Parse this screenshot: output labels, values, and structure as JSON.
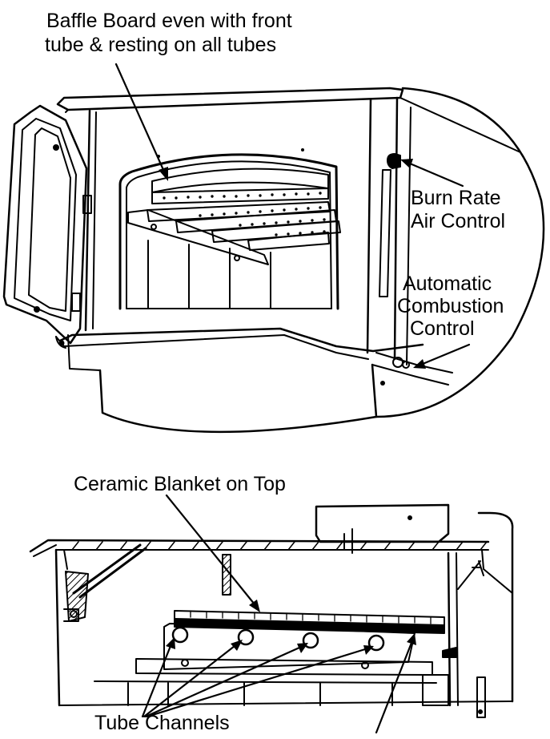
{
  "labels": {
    "baffle_line1": "Baffle Board even with front",
    "baffle_line2": "tube & resting on all tubes",
    "burn_rate_line1": "Burn Rate",
    "burn_rate_line2": "Air Control",
    "auto_line1": "Automatic",
    "auto_line2": "Combustion",
    "auto_line3": "Control",
    "ceramic": "Ceramic Blanket on Top",
    "tube_channels": "Tube Channels"
  },
  "colors": {
    "ink": "#000000",
    "paper": "#ffffff"
  }
}
